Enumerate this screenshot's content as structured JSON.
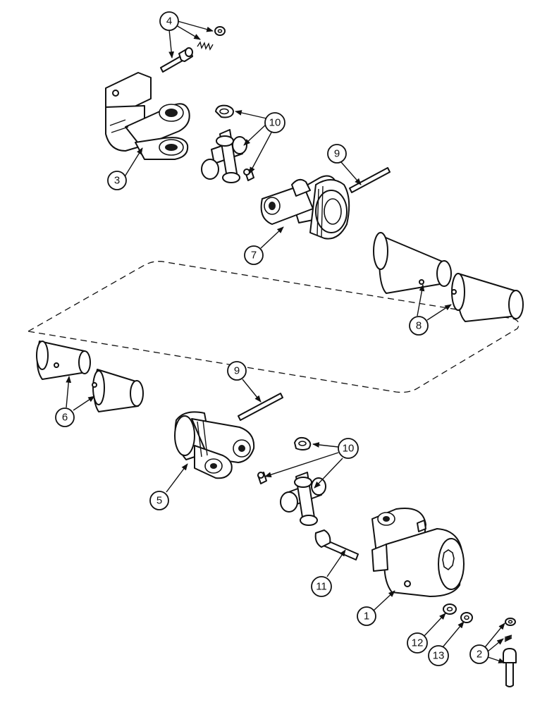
{
  "diagram": {
    "line_color": "#111111",
    "background": "#ffffff",
    "callouts": [
      {
        "id": "c4",
        "label": "4"
      },
      {
        "id": "c3",
        "label": "3"
      },
      {
        "id": "c10a",
        "label": "10"
      },
      {
        "id": "c9a",
        "label": "9"
      },
      {
        "id": "c7",
        "label": "7"
      },
      {
        "id": "c8",
        "label": "8"
      },
      {
        "id": "c6",
        "label": "6"
      },
      {
        "id": "c9b",
        "label": "9"
      },
      {
        "id": "c10b",
        "label": "10"
      },
      {
        "id": "c5",
        "label": "5"
      },
      {
        "id": "c11",
        "label": "11"
      },
      {
        "id": "c1",
        "label": "1"
      },
      {
        "id": "c12",
        "label": "12"
      },
      {
        "id": "c13",
        "label": "13"
      },
      {
        "id": "c2",
        "label": "2"
      }
    ]
  }
}
